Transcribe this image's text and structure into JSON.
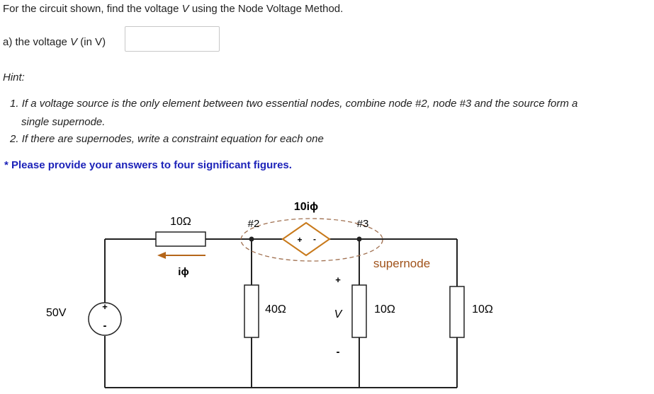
{
  "question": {
    "prompt_pre": "For the circuit shown, find the voltage ",
    "prompt_var": "V",
    "prompt_post": " using the Node Voltage Method."
  },
  "part_a": {
    "label_pre": "a) the voltage ",
    "label_var": "V",
    "label_post": " (in V)",
    "value": ""
  },
  "hint": {
    "title": "Hint:",
    "items": [
      {
        "num": "1.",
        "text": "If a voltage source is the only element between two essential nodes, combine node #2, node #3 and the source form a",
        "cont": "single supernode."
      },
      {
        "num": "2.",
        "text": "If there are supernodes, write a constraint equation for each one"
      }
    ]
  },
  "note": "* Please provide your answers to four significant figures.",
  "circuit": {
    "source_label": "50V",
    "source_plus": "+",
    "source_minus": "-",
    "r1_label": "10Ω",
    "current_label": "iϕ",
    "node2_label": "#2",
    "node3_label": "#3",
    "dep_source_label": "10iϕ",
    "dep_plus": "+",
    "dep_minus": "-",
    "supernode_label": "supernode",
    "r2_label": "40Ω",
    "v_label": "V",
    "v_plus": "+",
    "v_minus": "-",
    "r3_label": "10Ω",
    "r4_label": "10Ω",
    "colors": {
      "wire": "#222222",
      "dependent_source": "#c8791a",
      "arrow": "#b5661a",
      "supernode_text": "#a0521a",
      "note_text": "#1d23b9"
    }
  }
}
